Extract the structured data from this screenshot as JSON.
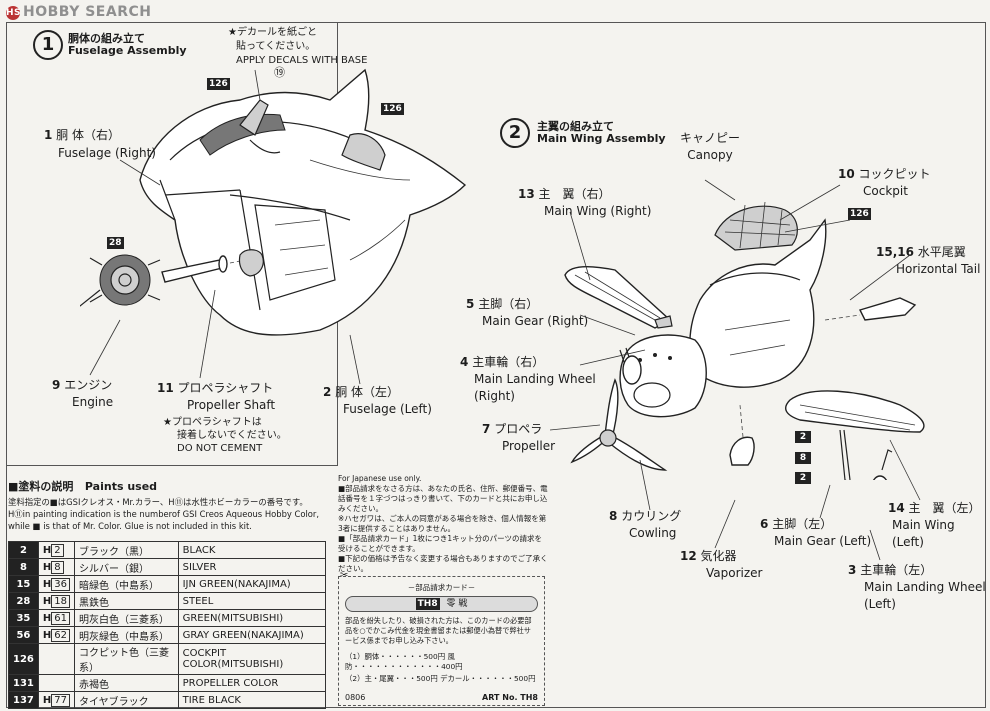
{
  "watermark": {
    "text": "HOBBY SEARCH"
  },
  "step1": {
    "number": "1",
    "title_jp": "胴体の組み立て",
    "title_en": "Fuselage Assembly",
    "decal_note_jp1": "★デカールを紙ごと",
    "decal_note_jp2": "貼ってください。",
    "decal_note_en": "APPLY DECALS WITH BASE",
    "decal_ref": "⑲",
    "ref_126a": "126",
    "ref_126b": "126",
    "ref_28": "28",
    "part1_no": "1",
    "part1_jp": "胴 体（右）",
    "part1_en": "Fuselage (Right)",
    "part9_no": "9",
    "part9_jp": "エンジン",
    "part9_en": "Engine",
    "part11_no": "11",
    "part11_jp": "プロペラシャフト",
    "part11_en": "Propeller Shaft",
    "part2_no": "2",
    "part2_jp": "胴 体（左）",
    "part2_en": "Fuselage (Left)",
    "cement_note_jp1": "★プロペラシャフトは",
    "cement_note_jp2": "接着しないでください。",
    "cement_note_en": "DO NOT CEMENT"
  },
  "step2": {
    "number": "2",
    "title_jp": "主翼の組み立て",
    "title_en": "Main Wing Assembly",
    "canopy_jp": "キャノピー",
    "canopy_en": "Canopy",
    "part10_no": "10",
    "part10_jp": "コックピット",
    "part10_en": "Cockpit",
    "ref_126": "126",
    "part13_no": "13",
    "part13_jp": "主　翼（右）",
    "part13_en": "Main Wing (Right)",
    "part1516_no": "15,16",
    "part1516_jp": "水平尾翼",
    "part1516_en": "Horizontal Tail",
    "part5_no": "5",
    "part5_jp": "主脚（右）",
    "part5_en": "Main Gear (Right)",
    "part4_no": "4",
    "part4_jp": "主車輪（右）",
    "part4_en1": "Main Landing Wheel",
    "part4_en2": "(Right)",
    "part7_no": "7",
    "part7_jp": "プロペラ",
    "part7_en": "Propeller",
    "part8_no": "8",
    "part8_jp": "カウリング",
    "part8_en": "Cowling",
    "part12_no": "12",
    "part12_jp": "気化器",
    "part12_en": "Vaporizer",
    "part6_no": "6",
    "part6_jp": "主脚（左）",
    "part6_en": "Main Gear (Left)",
    "part14_no": "14",
    "part14_jp": "主　翼（左）",
    "part14_en": "Main Wing (Left)",
    "part3_no": "3",
    "part3_jp": "主車輪（左）",
    "part3_en1": "Main Landing Wheel",
    "part3_en2": "(Left)",
    "gear_refs": [
      "2",
      "8",
      "2"
    ]
  },
  "paints": {
    "heading_jp": "■塗料の説明",
    "heading_en": "Paints used",
    "note_jp": "塗料指定の■はGSIクレオス・Mr.カラー、H⑪は水性ホビーカラーの番号です。",
    "note_en1": "H⑪in painting indication is the numberof GSI Creos Aqueous Hobby Color,",
    "note_en2": "while ■ is that of  Mr. Color. Glue is not included in this kit.",
    "rows": [
      {
        "code": "2",
        "h": "H",
        "hn": "2",
        "jp": "ブラック（黒）",
        "en": "BLACK"
      },
      {
        "code": "8",
        "h": "H",
        "hn": "8",
        "jp": "シルバー（銀）",
        "en": "SILVER"
      },
      {
        "code": "15",
        "h": "H",
        "hn": "36",
        "jp": "暗緑色（中島系）",
        "en": "IJN GREEN(NAKAJIMA)"
      },
      {
        "code": "28",
        "h": "H",
        "hn": "18",
        "jp": "黒鉄色",
        "en": "STEEL"
      },
      {
        "code": "35",
        "h": "H",
        "hn": "61",
        "jp": "明灰白色（三菱系）",
        "en": "GREEN(MITSUBISHI)"
      },
      {
        "code": "56",
        "h": "H",
        "hn": "62",
        "jp": "明灰緑色（中島系）",
        "en": "GRAY GREEN(NAKAJIMA)"
      },
      {
        "code": "126",
        "h": "",
        "hn": "",
        "jp": "コクピット色（三菱系）",
        "en": "COCKPIT COLOR(MITSUBISHI)"
      },
      {
        "code": "131",
        "h": "",
        "hn": "",
        "jp": "赤褐色",
        "en": "PROPELLER COLOR"
      },
      {
        "code": "137",
        "h": "H",
        "hn": "77",
        "jp": "タイヤブラック",
        "en": "TIRE BLACK"
      }
    ]
  },
  "order": {
    "for_japanese": "For Japanese use only.",
    "note1": "■部品請求をなさる方は、あなたの氏名、住所、郵便番号、電話番号を１字づつはっきり書いて、下のカードと共にお申し込みください。",
    "note2": "※ハセガワは、ご本人の同意がある場合を除き、個人情報を第3者に提供することはありません。",
    "note3": "■「部品請求カード」1枚につき1キット分のパーツの請求を受けることができます。",
    "note4": "■下記の価格は予告なく変更する場合もありますのでご了承ください。",
    "card_title": "－部品請求カード－",
    "kit_code": "TH8",
    "kit_name": "零 戦",
    "card_text": "部品を紛失したり、破損された方は、このカードの必要部品を○でかこみ代金を現金書留または郵便小為替で弊社サービス係までお申し込み下さい。",
    "line1": "（1）胴体・・・・・・500円  風防・・・・・・・・・・・・400円",
    "line2": "（2）主・尾翼・・・500円  デカール・・・・・・500円",
    "code_left": "0806",
    "code_right": "ART No. TH8"
  }
}
